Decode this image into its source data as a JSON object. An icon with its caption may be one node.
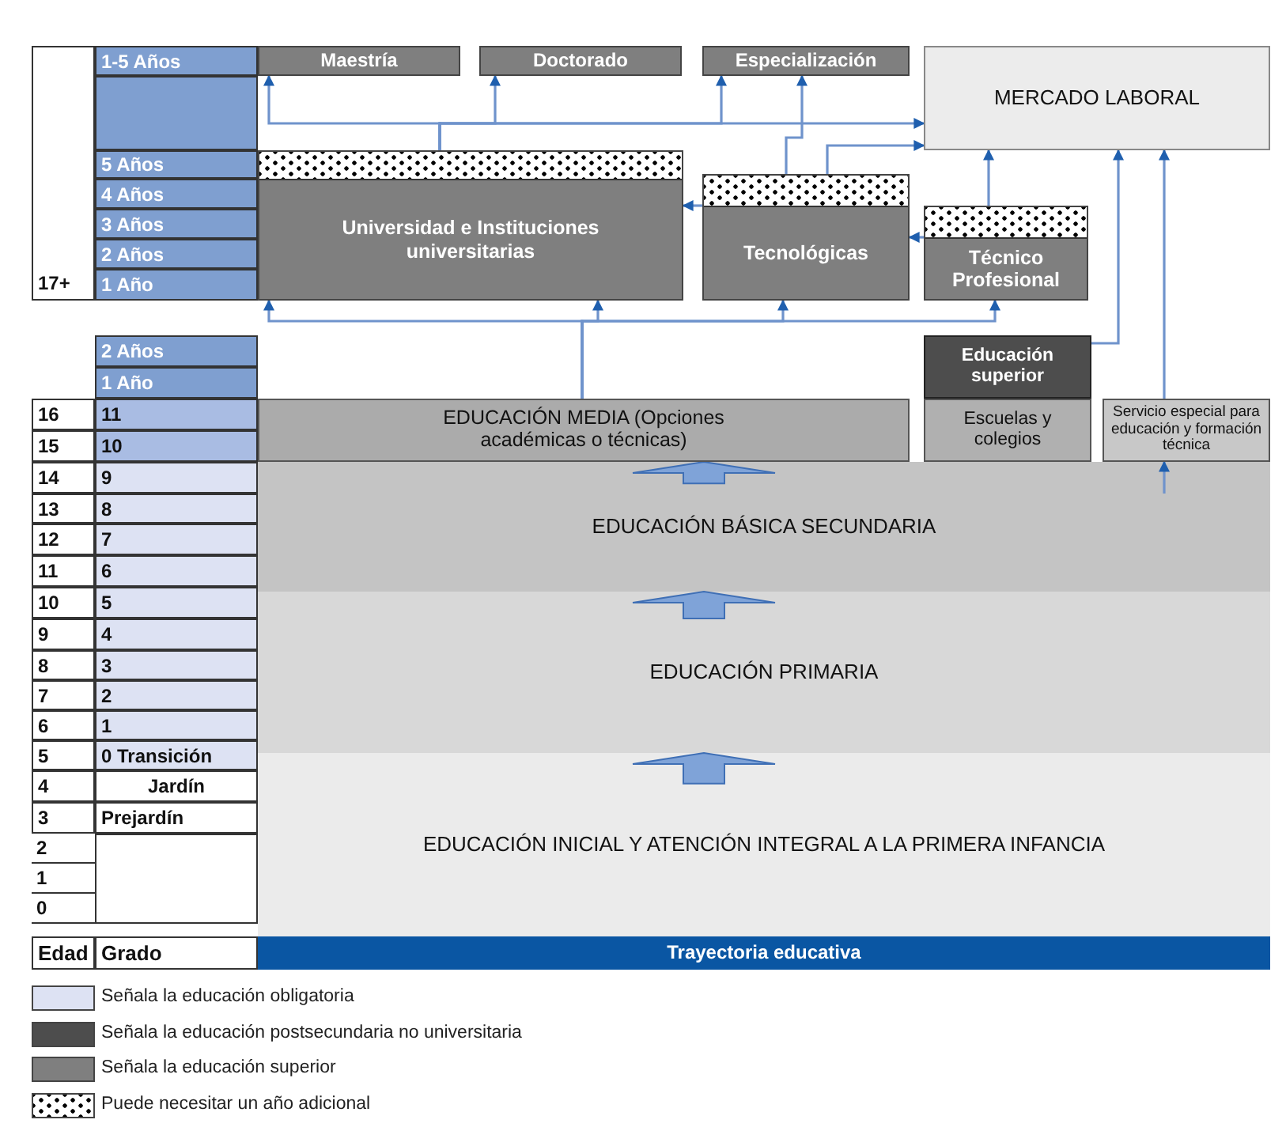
{
  "diagram": {
    "nodes": [
      {
        "text": [
          "Maestría"
        ]
      },
      {
        "text": [
          "Doctorado"
        ]
      },
      {
        "text": [
          "Especialización"
        ]
      },
      {
        "text": [
          "MERCADO LABORAL"
        ]
      },
      {
        "text": [
          "Universidad e Instituciones universitarias"
        ]
      },
      {
        "text": [
          "Tecnológicas"
        ]
      },
      {
        "text": [
          "Técnico Profesional"
        ]
      },
      {
        "text": [
          "Educación superior"
        ]
      },
      {
        "text": [
          "EDUCACIÓN MEDIA (Opciones académicas o técnicas)"
        ]
      },
      {
        "text": [
          "Escuelas y colegios"
        ]
      },
      {
        "text": [
          "Servicio especial para educación y formación técnica"
        ]
      },
      {
        "text": [
          "EDUCACIÓN BÁSICA SECUNDARIA"
        ]
      },
      {
        "text": [
          "EDUCACIÓN PRIMARIA"
        ]
      },
      {
        "text": [
          "EDUCACIÓN INICIAL Y ATENCIÓN INTEGRAL A LA PRIMERA INFANCIA"
        ]
      },
      {
        "text": [
          "Trayectoria educativa"
        ]
      },
      {
        "text": [],
        "shape": "bar",
        "in": 4
      },
      {
        "text": [],
        "shape": "bar",
        "in": 5
      },
      {
        "text": [],
        "shape": "bar",
        "in": 6
      }
    ],
    "edges": [
      {
        "from": 4,
        "to": 0,
        "arrow": "to"
      },
      {
        "from": 4,
        "to": 1,
        "arrow": "to"
      },
      {
        "from": 4,
        "to": 2,
        "arrow": "to"
      },
      {
        "from": 4,
        "to": 3,
        "arrow": "to"
      },
      {
        "from": 5,
        "to": 2,
        "arrow": "to"
      },
      {
        "from": 5,
        "to": 3,
        "arrow": "to"
      },
      {
        "from": 5,
        "to": 4,
        "arrow": "to"
      },
      {
        "from": 6,
        "to": 5,
        "arrow": "to"
      },
      {
        "from": 6,
        "to": 3,
        "arrow": "to"
      },
      {
        "from": 7,
        "to": 3,
        "arrow": "to"
      },
      {
        "from": 10,
        "to": 3,
        "arrow": "to"
      },
      {
        "from": 11,
        "to": 10,
        "arrow": "to"
      },
      {
        "from": 8,
        "to": 4,
        "arrow": "to"
      },
      {
        "from": 8,
        "to": 4,
        "arrow": "to"
      },
      {
        "from": 8,
        "to": 5,
        "arrow": "to"
      },
      {
        "from": 8,
        "to": 6,
        "arrow": "to"
      },
      {
        "from": 13,
        "to": 12,
        "arrow": "to",
        "style": "thick"
      },
      {
        "from": 12,
        "to": 11,
        "arrow": "to",
        "style": "thick"
      },
      {
        "from": 11,
        "to": 8,
        "arrow": "to",
        "style": "thick"
      }
    ],
    "labels": [
      "1-5 Años",
      "5 Años",
      "4 Años",
      "3 Años",
      "2 Años",
      "17+",
      "1 Año",
      "2 Años",
      "1 Año",
      "16",
      "11",
      "15",
      "10",
      "14",
      "9",
      "13",
      "8",
      "12",
      "7",
      "11",
      "6",
      "10",
      "5",
      "9",
      "4",
      "8",
      "3",
      "7",
      "2",
      "6",
      "1",
      "5",
      "0 Transición",
      "4",
      "Jardín",
      "3",
      "Prejardín",
      "2",
      "1",
      "0",
      "Edad",
      "Grado"
    ],
    "legend": [
      {
        "text": "Señala la educación obligatoria",
        "color": "#dde2f3"
      },
      {
        "text": "Señala la educación postsecundaria no universitaria",
        "color": "#4d4d4d"
      },
      {
        "text": "Señala la educación superior",
        "color": "#7f7f7f"
      },
      {
        "text": "Puede necesitar un año adicional"
      }
    ]
  }
}
